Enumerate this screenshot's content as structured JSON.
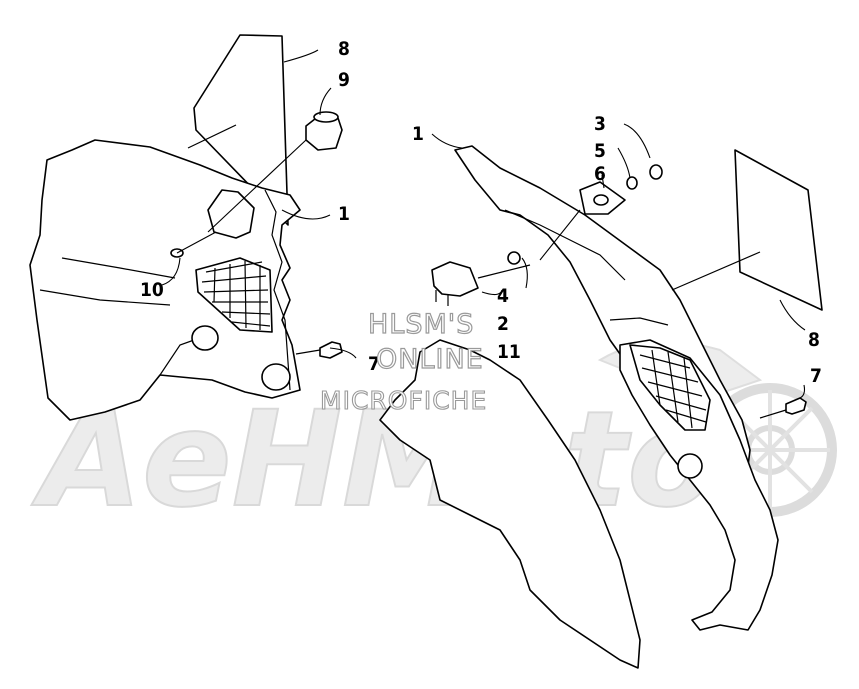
{
  "callouts": {
    "c8_top": "8",
    "c9": "9",
    "c1_left": "1",
    "c10": "10",
    "c7_left": "7",
    "c1_right": "1",
    "c3": "3",
    "c5": "5",
    "c6": "6",
    "c4": "4",
    "c2": "2",
    "c11": "11",
    "c8_right": "8",
    "c7_right": "7"
  },
  "watermark": {
    "line1": "HLSM'S",
    "line2": "ONLINE",
    "line3": "MICROFICHE",
    "logo": "AeHMoto"
  }
}
